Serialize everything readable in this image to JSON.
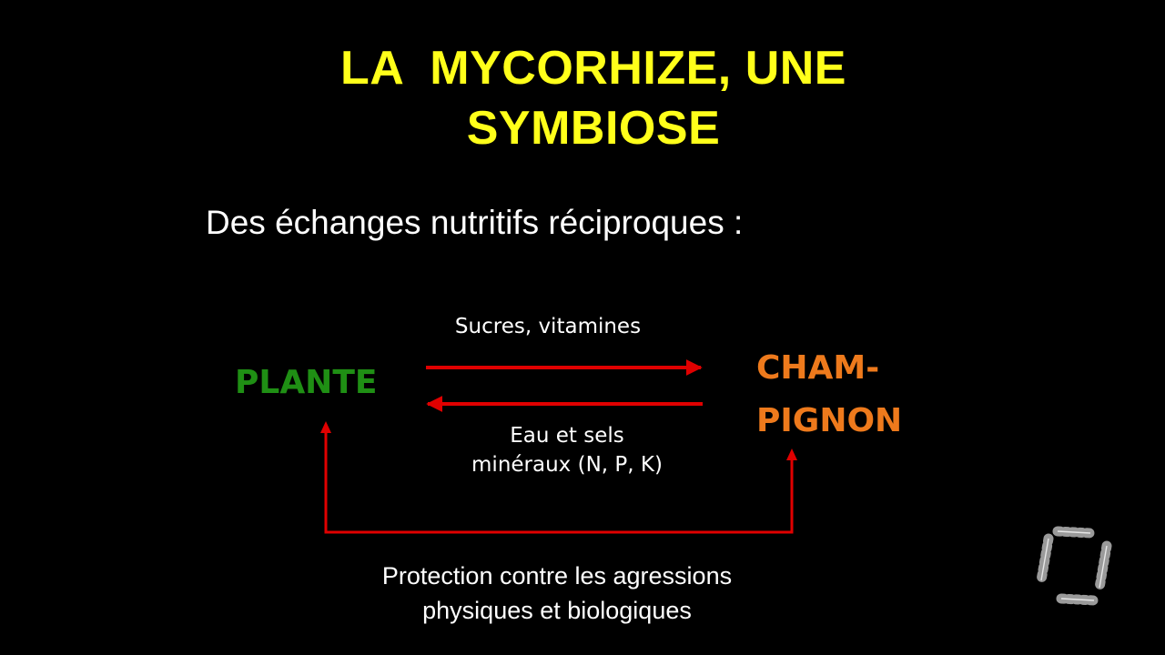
{
  "title": {
    "line1": "LA  MYCORHIZE, UNE",
    "line2": "SYMBIOSE"
  },
  "subtitle": "Des échanges nutritifs réciproques :",
  "nodes": {
    "plante": "PLANTE",
    "champignon_line1": "CHAM-",
    "champignon_line2": "PIGNON"
  },
  "edges": {
    "plante_to_champignon": "Sucres, vitamines",
    "champignon_to_plante_line1": "Eau et sels",
    "champignon_to_plante_line2": "minéraux (N, P, K)",
    "mutual_line1": "Protection contre les agressions",
    "mutual_line2": "physiques et biologiques"
  },
  "colors": {
    "background": "#000000",
    "title": "#ffff1a",
    "plante": "#1f8f14",
    "champignon": "#ee7a1c",
    "arrow": "#e00000",
    "text": "#ffffff"
  },
  "icons": {
    "corner_logo": "chain-loop-logo-icon"
  }
}
